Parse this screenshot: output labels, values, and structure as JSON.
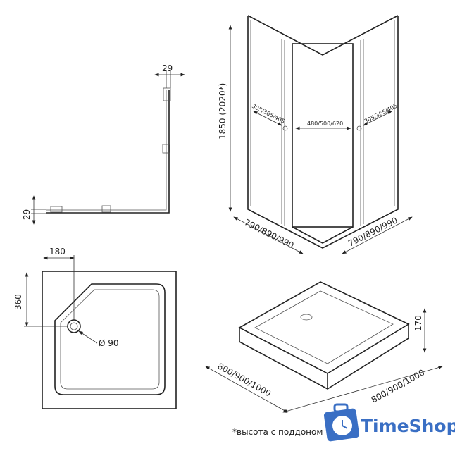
{
  "profile": {
    "top_width": "29",
    "side_width": "29"
  },
  "enclosure": {
    "height": "1850 (2020*)",
    "left_opening": "305/365/405",
    "door_width": "480/500/620",
    "right_opening": "305/365/405",
    "left_side": "790/890/990",
    "right_side": "790/890/990"
  },
  "tray_top": {
    "drain_offset_x": "180",
    "drain_offset_y": "360",
    "drain_diameter": "Ø 90"
  },
  "tray_iso": {
    "height": "170",
    "left_side": "800/900/1000",
    "right_side": "800/900/1000"
  },
  "footnote": "*высота с поддоном",
  "logo": {
    "text": "TimeShop",
    "color": "#3a6fc4"
  }
}
